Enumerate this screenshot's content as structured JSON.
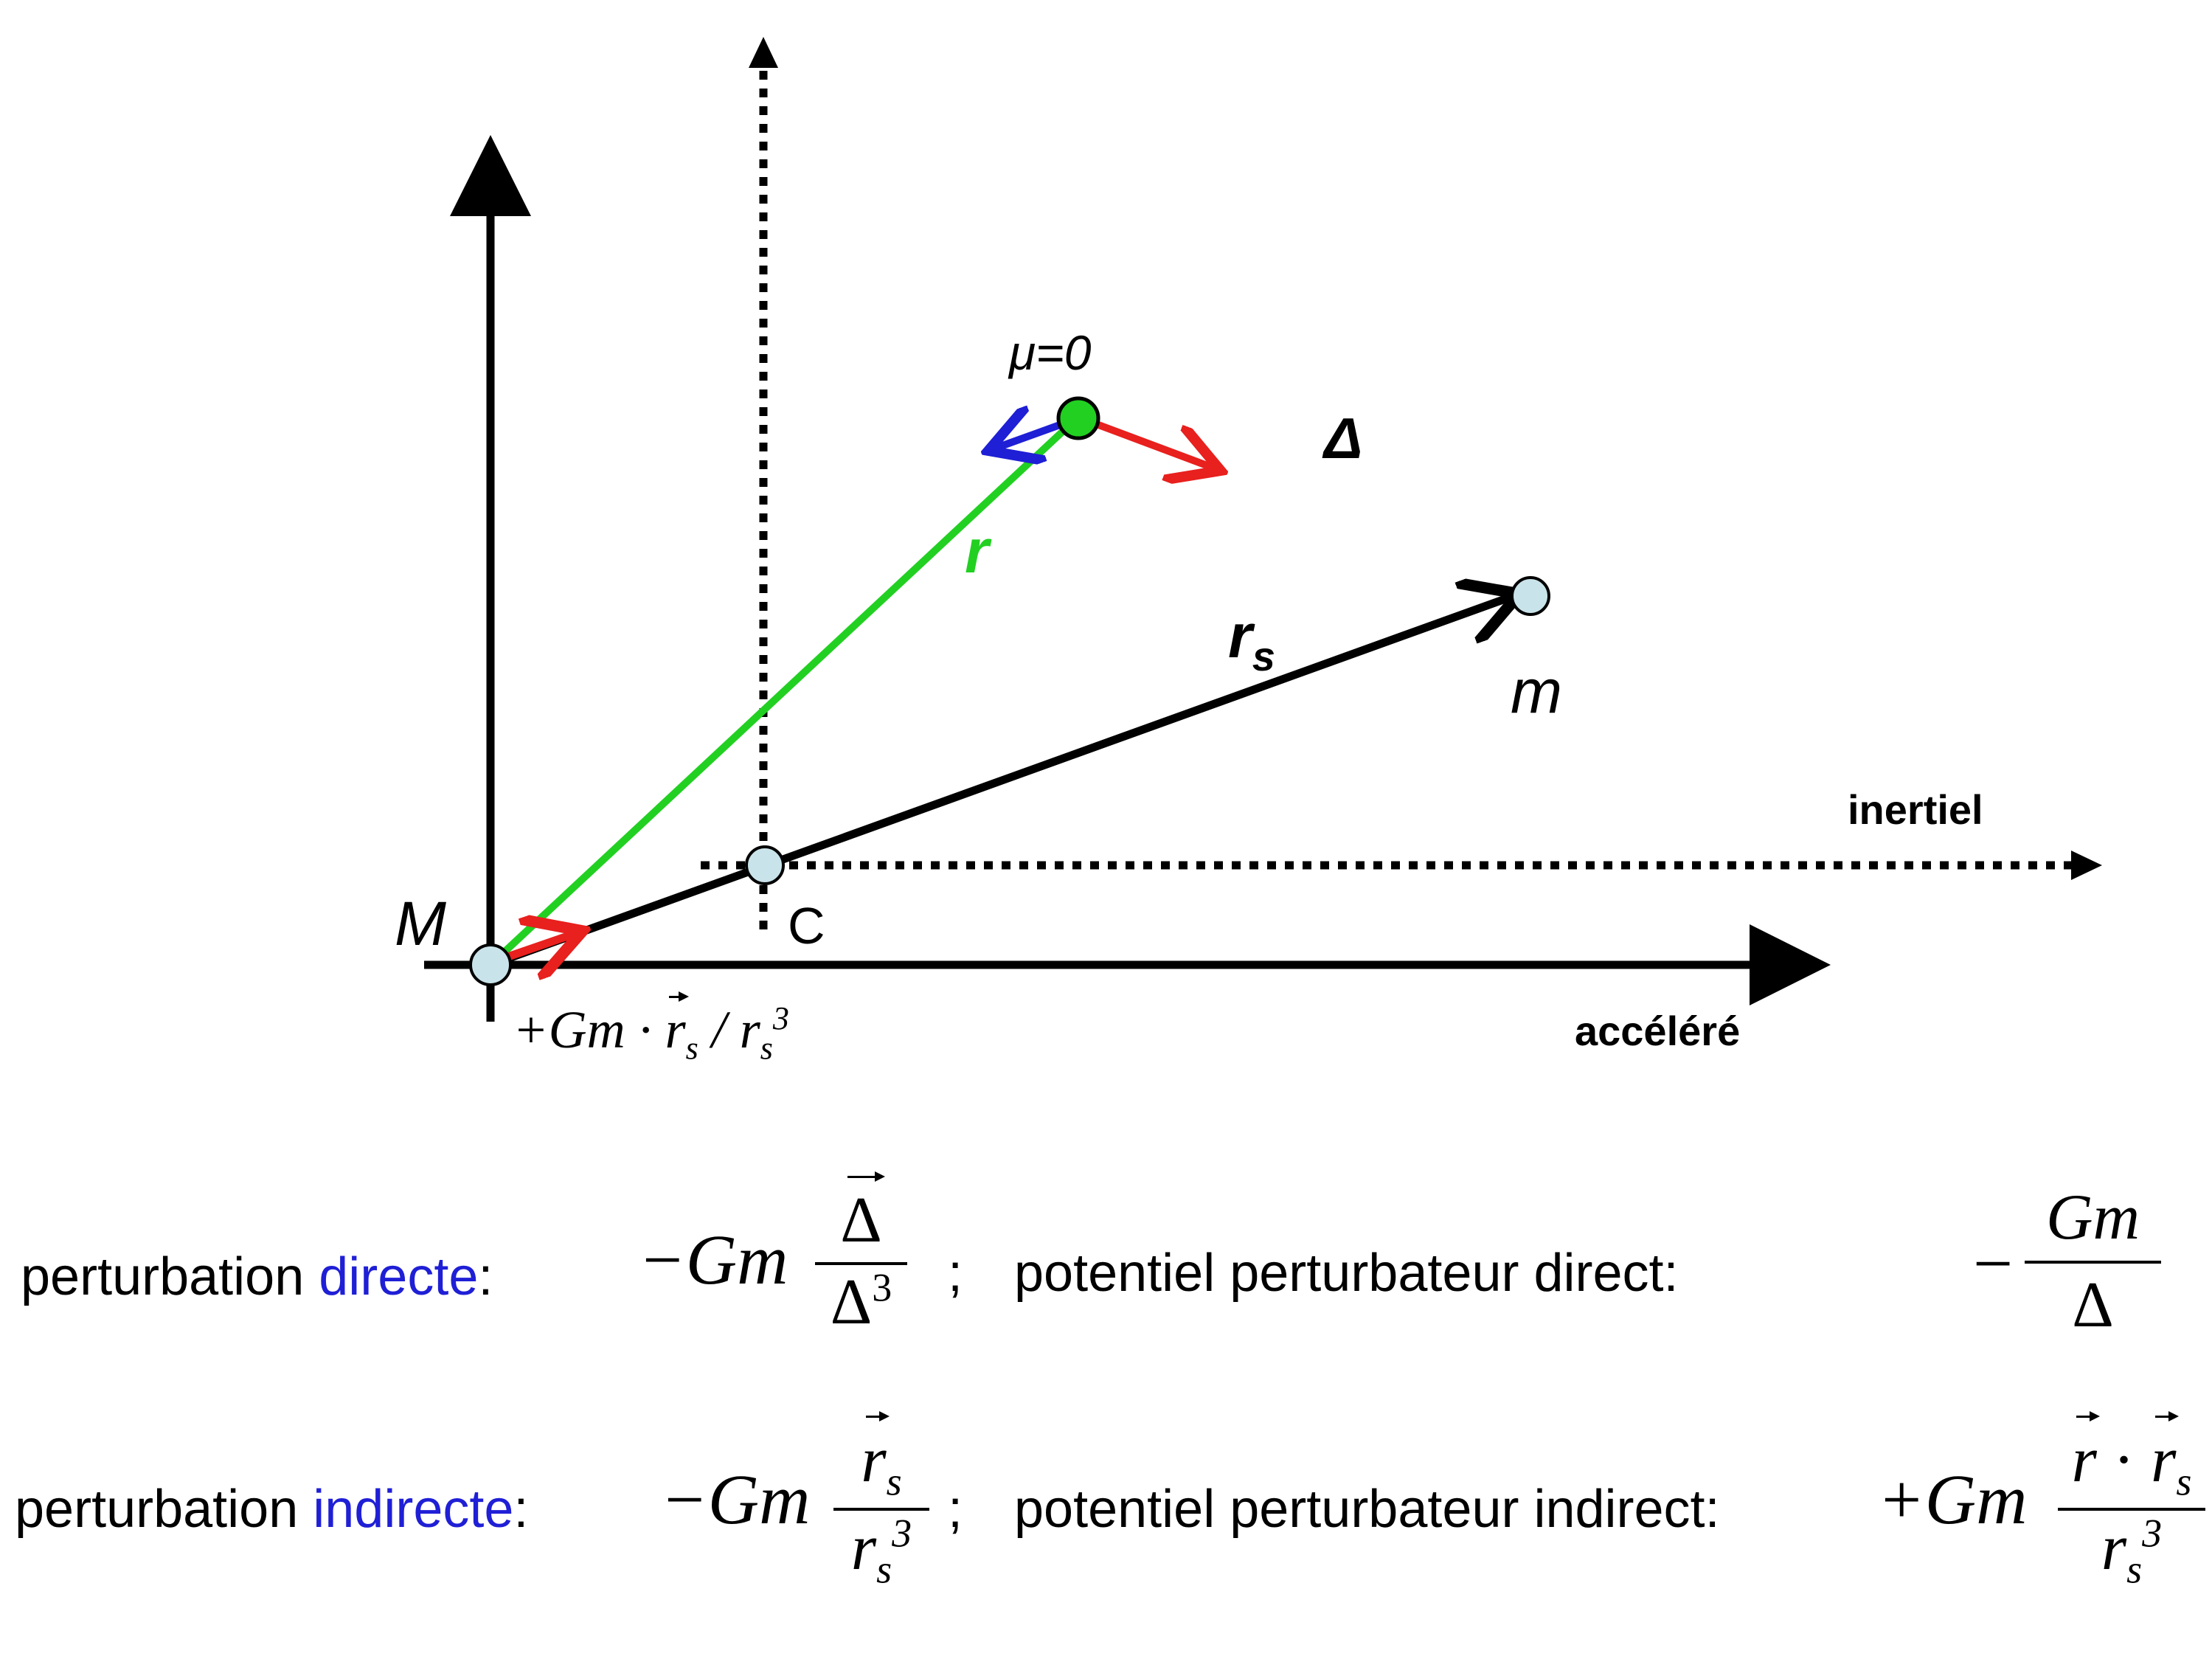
{
  "diagram": {
    "labels": {
      "mu": "μ=0",
      "delta": "Δ",
      "r": "r",
      "rs_main": "r",
      "rs_sub": "s",
      "m": "m",
      "M": "M",
      "C": "C",
      "inertiel": "inertiel",
      "accelere": "accéléré",
      "accel_formula_prefix": "+Gm ·",
      "accel_formula_r": "r",
      "accel_formula_sub": "s",
      "accel_formula_mid": "/ r",
      "accel_formula_sub2": "s",
      "accel_formula_exp": "3"
    },
    "colors": {
      "axes": "#000000",
      "r_vector": "#22d022",
      "rs_vector": "#000000",
      "red_arrow": "#e8201e",
      "blue_arrow": "#1f1fd6",
      "green_body": "#22d022",
      "light_body": "#c9e3ea"
    }
  },
  "equations": {
    "row1": {
      "prefix": "perturbation ",
      "colored": "directe",
      "suffix": ":",
      "force_sign": "−Gm",
      "force_num": "Δ",
      "force_den_base": "Δ",
      "force_den_exp": "3",
      "separator": ";",
      "potential_label": "potentiel perturbateur direct:",
      "potential_sign": "−",
      "potential_num": "Gm",
      "potential_den": "Δ"
    },
    "row2": {
      "prefix": "perturbation ",
      "colored": "indirecte",
      "suffix": ":",
      "force_sign": "−Gm",
      "force_num_base": "r",
      "force_num_sub": "s",
      "force_den_base": "r",
      "force_den_sub": "s",
      "force_den_exp": "3",
      "separator": ";",
      "potential_label": "potentiel perturbateur indirect:",
      "potential_sign": "+Gm",
      "potential_num_a": "r",
      "potential_num_dot": "·",
      "potential_num_b": "r",
      "potential_num_b_sub": "s",
      "potential_den_base": "r",
      "potential_den_sub": "s",
      "potential_den_exp": "3"
    }
  }
}
